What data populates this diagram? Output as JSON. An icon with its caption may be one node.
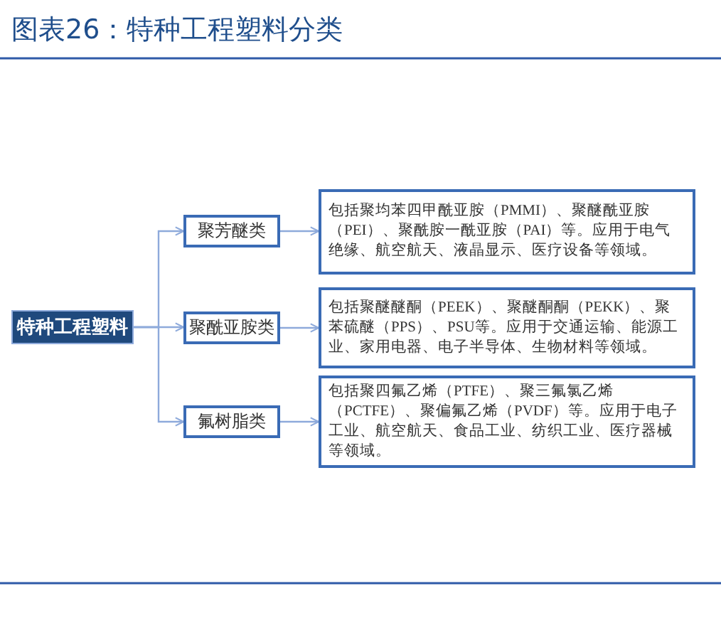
{
  "diagram": {
    "title": "图表26：特种工程塑料分类",
    "nodes": [
      {
        "text": [
          "特种工程塑料"
        ]
      },
      {
        "text": [
          "聚芳醚类"
        ]
      },
      {
        "text": [
          "聚酰亚胺类"
        ]
      },
      {
        "text": [
          "氟树脂类"
        ]
      },
      {
        "text": [
          "包括聚均苯四甲酰亚胺（PMMI）、聚醚酰亚胺（PEI）、聚酰胺一酰亚胺（PAI）等。应用于电气绝缘、航空航天、液晶显示、医疗设备等领域。"
        ]
      },
      {
        "text": [
          "包括聚醚醚酮（PEEK）、聚醚酮酮（PEKK）、聚苯硫醚（PPS）、PSU等。应用于交通运输、能源工业、家用电器、电子半导体、生物材料等领域。"
        ]
      },
      {
        "text": [
          "包括聚四氟乙烯（PTFE）、聚三氟氯乙烯（PCTFE）、聚偏氟乙烯（PVDF）等。应用于电子工业、航空航天、食品工业、纺织工业、医疗器械等领域。"
        ]
      }
    ],
    "edges": [
      {
        "from": 0,
        "to": 1,
        "arrow": "to"
      },
      {
        "from": 0,
        "to": 2,
        "arrow": "to"
      },
      {
        "from": 0,
        "to": 3,
        "arrow": "to"
      },
      {
        "from": 1,
        "to": 4,
        "arrow": "to"
      },
      {
        "from": 2,
        "to": 5,
        "arrow": "to"
      },
      {
        "from": 3,
        "to": 6,
        "arrow": "to"
      }
    ]
  }
}
